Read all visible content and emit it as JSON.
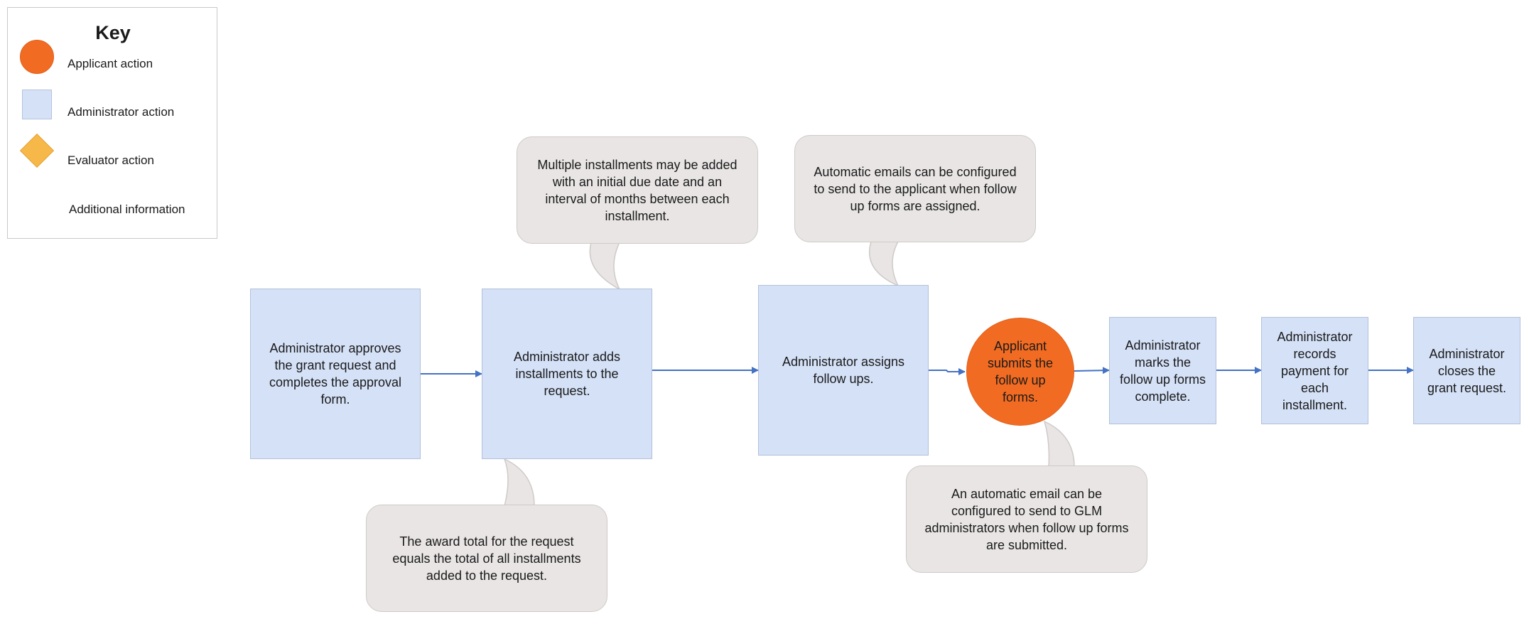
{
  "key": {
    "title": "Key",
    "items": [
      {
        "label": "Applicant action",
        "shape": "circle",
        "color": "#f26b22"
      },
      {
        "label": "Administrator action",
        "shape": "square",
        "color": "#d4e1f7"
      },
      {
        "label": "Evaluator action",
        "shape": "diamond",
        "color": "#f7b84a"
      },
      {
        "label": "Additional information",
        "shape": "speech-bubble",
        "color": "#e8e5e4"
      }
    ]
  },
  "steps": [
    {
      "actor": "administrator",
      "text": "Administrator approves the grant request and completes the approval form."
    },
    {
      "actor": "administrator",
      "text": "Administrator adds installments to the request."
    },
    {
      "actor": "administrator",
      "text": "Administrator assigns follow ups."
    },
    {
      "actor": "applicant",
      "text": "Applicant submits the follow up forms."
    },
    {
      "actor": "administrator",
      "text": "Administrator marks the follow up forms complete."
    },
    {
      "actor": "administrator",
      "text": "Administrator records payment for each installment."
    },
    {
      "actor": "administrator",
      "text": "Administrator closes the grant request."
    }
  ],
  "notes": [
    {
      "attached_to_step": 2,
      "text": "Multiple installments may be added with an initial due date and an interval of months between each installment."
    },
    {
      "attached_to_step": 2,
      "text": "The award total for the request equals the total of all installments added to the request."
    },
    {
      "attached_to_step": 3,
      "text": "Automatic emails can be configured to send to the applicant when follow up forms are assigned."
    },
    {
      "attached_to_step": 4,
      "text": "An automatic email can be configured to send to GLM administrators when follow up forms are submitted."
    }
  ],
  "colors": {
    "applicant": "#f26b22",
    "administrator": "#d4e1f7",
    "evaluator": "#f7b84a",
    "note": "#e8e5e4",
    "arrow": "#4472c4"
  }
}
